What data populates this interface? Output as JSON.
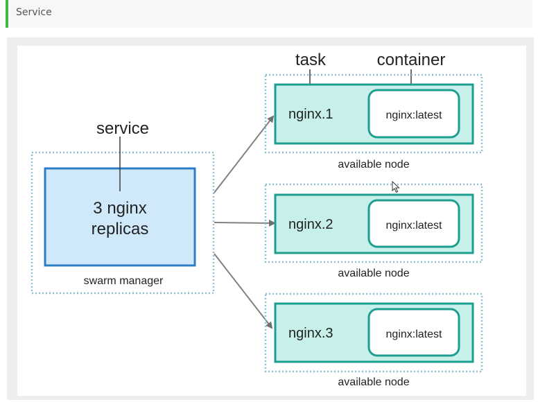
{
  "header": {
    "title": "Service"
  },
  "diagram": {
    "manager": {
      "top_label": "service",
      "box_line1": "3 nginx",
      "box_line2": "replicas",
      "caption": "swarm manager"
    },
    "annotations": {
      "task": "task",
      "container": "container"
    },
    "nodes": [
      {
        "task": "nginx.1",
        "container": "nginx:latest",
        "caption": "available node"
      },
      {
        "task": "nginx.2",
        "container": "nginx:latest",
        "caption": "available node"
      },
      {
        "task": "nginx.3",
        "container": "nginx:latest",
        "caption": "available node"
      }
    ],
    "colors": {
      "dotted_border": "#8dbfd0",
      "manager_fill": "#cfe9fb",
      "manager_border": "#2b7ec6",
      "node_fill": "#c7f0ea",
      "node_border": "#1e9e8f",
      "arrow": "#808080",
      "accent": "#44b549"
    },
    "icons": {
      "cursor": "mouse-pointer-icon"
    }
  }
}
